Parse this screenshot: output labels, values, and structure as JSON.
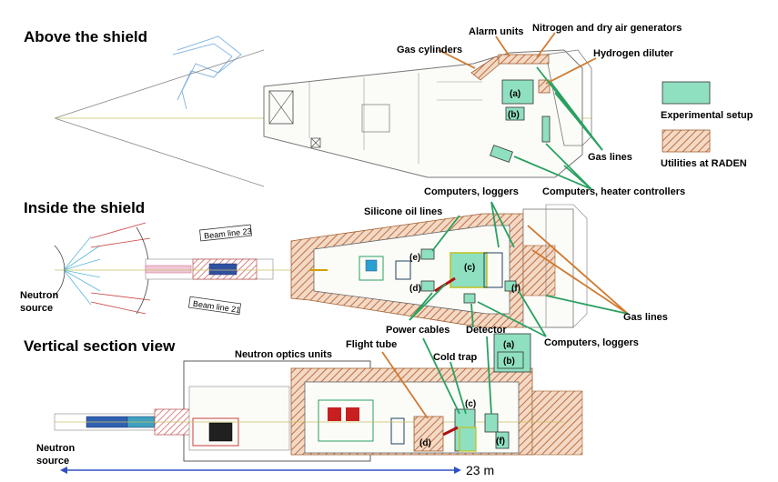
{
  "sections": {
    "above": "Above the shield",
    "inside": "Inside the shield",
    "vertical": "Vertical section view"
  },
  "legend": {
    "experimental": "Experimental setup",
    "utilities": "Utilities at RADEN",
    "colors": {
      "experimental": "#8fe0c0",
      "utilities_hatch": "#c07040"
    }
  },
  "labels": {
    "gas_cylinders": "Gas cylinders",
    "alarm_units": "Alarm units",
    "nitrogen": "Nitrogen and dry air generators",
    "hydrogen": "Hydrogen diluter",
    "gas_lines_top": "Gas lines",
    "computers_heater": "Computers, heater controllers",
    "computers_loggers_top": "Computers, loggers",
    "silicone": "Silicone oil lines",
    "beam23": "Beam line 23",
    "beam21": "Beam line 21",
    "neutron_source_1": "Neutron\nsource",
    "gas_lines_mid": "Gas lines",
    "power_cables": "Power cables",
    "detector": "Detector",
    "computers_loggers_mid": "Computers, loggers",
    "flight_tube": "Flight tube",
    "cold_trap": "Cold trap",
    "neutron_optics": "Neutron optics units",
    "neutron_source_2": "Neutron\nsource",
    "distance": "23 m"
  },
  "boxes": {
    "a": "(a)",
    "b": "(b)",
    "c": "(c)",
    "d": "(d)",
    "e": "(e)",
    "f": "(f)"
  }
}
